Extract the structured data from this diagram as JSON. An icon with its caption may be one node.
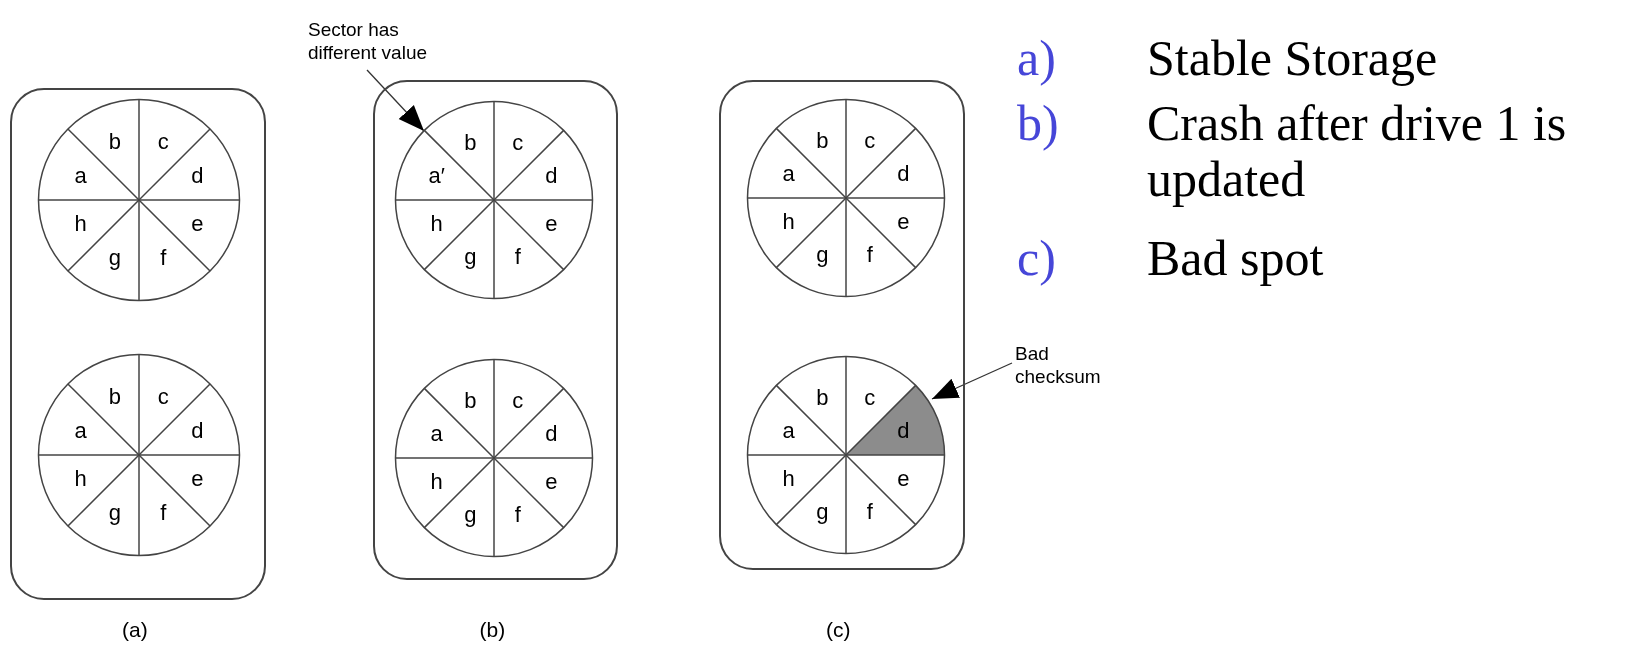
{
  "diagram": {
    "nodes": [
      {
        "text": [],
        "shape": "box",
        "beside": [
          "(a)"
        ]
      },
      {
        "text": [
          "a",
          "b",
          "c",
          "d",
          "e",
          "f",
          "g",
          "h"
        ],
        "in": 0
      },
      {
        "text": [
          "a",
          "b",
          "c",
          "d",
          "e",
          "f",
          "g",
          "h"
        ],
        "in": 0
      },
      {
        "text": [],
        "shape": "box",
        "beside": [
          "(b)"
        ]
      },
      {
        "text": [
          "a′",
          "b",
          "c",
          "d",
          "e",
          "f",
          "g",
          "h"
        ],
        "in": 3
      },
      {
        "text": [
          "a",
          "b",
          "c",
          "d",
          "e",
          "f",
          "g",
          "h"
        ],
        "in": 3
      },
      {
        "text": [],
        "shape": "box",
        "beside": [
          "(c)"
        ]
      },
      {
        "text": [
          "a",
          "b",
          "c",
          "d",
          "e",
          "f",
          "g",
          "h"
        ],
        "in": 6
      },
      {
        "text": [
          "a",
          "b",
          "c",
          "d",
          "e",
          "f",
          "g",
          "h"
        ],
        "in": 6
      },
      {
        "text": [
          "Sector has different value"
        ]
      },
      {
        "text": [
          "Bad checksum"
        ]
      }
    ],
    "edges": [
      {
        "from": 9,
        "to": 4,
        "arrow": "to"
      },
      {
        "from": 10,
        "to": 8,
        "arrow": "to"
      }
    ],
    "labels": [
      "a)",
      "Stable Storage",
      "b)",
      "Crash after drive 1 is updated",
      "c)",
      "Bad spot"
    ]
  }
}
